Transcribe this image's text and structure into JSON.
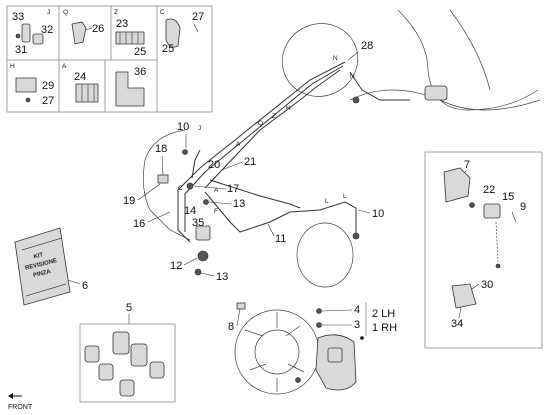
{
  "inset_boxes": [
    {
      "letter": "J",
      "numbers": [
        "33",
        "32",
        "31"
      ]
    },
    {
      "letter": "Q",
      "numbers": [
        "26"
      ]
    },
    {
      "letter": "Z",
      "numbers": [
        "23",
        "25"
      ]
    },
    {
      "letter": "C",
      "numbers": [
        "27",
        "25"
      ]
    },
    {
      "letter": "H",
      "numbers": [
        "29",
        "27"
      ]
    },
    {
      "letter": "A",
      "numbers": [
        "24"
      ]
    },
    {
      "letter": "",
      "numbers": [
        "36"
      ]
    }
  ],
  "kit_text": [
    "KIT",
    "REVISIONE",
    "PINZA"
  ],
  "callouts": {
    "n1": "1 RH",
    "n2": "2 LH",
    "n3": "3",
    "n4": "4",
    "n5": "5",
    "n6": "6",
    "n7": "7",
    "n8": "8",
    "n9": "9",
    "n10a": "10",
    "n10b": "10",
    "n11": "11",
    "n12": "12",
    "n13a": "13",
    "n13b": "13",
    "n14": "14",
    "n15": "15",
    "n16": "16",
    "n17": "17",
    "n18": "18",
    "n19": "19",
    "n20": "20",
    "n21": "21",
    "n22": "22",
    "n28": "28",
    "n30": "30",
    "n34": "34",
    "n35": "35"
  },
  "pipe_letters": {
    "N1": "N",
    "N2": "N",
    "H": "H",
    "Z": "Z",
    "Q": "Q",
    "A1": "A",
    "A2": "A",
    "J": "J",
    "C": "C",
    "F": "F",
    "L1": "L",
    "L2": "L"
  },
  "front_label": "FRONT",
  "colors": {
    "line": "#333333",
    "frame": "#888888",
    "part_fill": "#d9d9d9",
    "dark_part": "#555555"
  }
}
